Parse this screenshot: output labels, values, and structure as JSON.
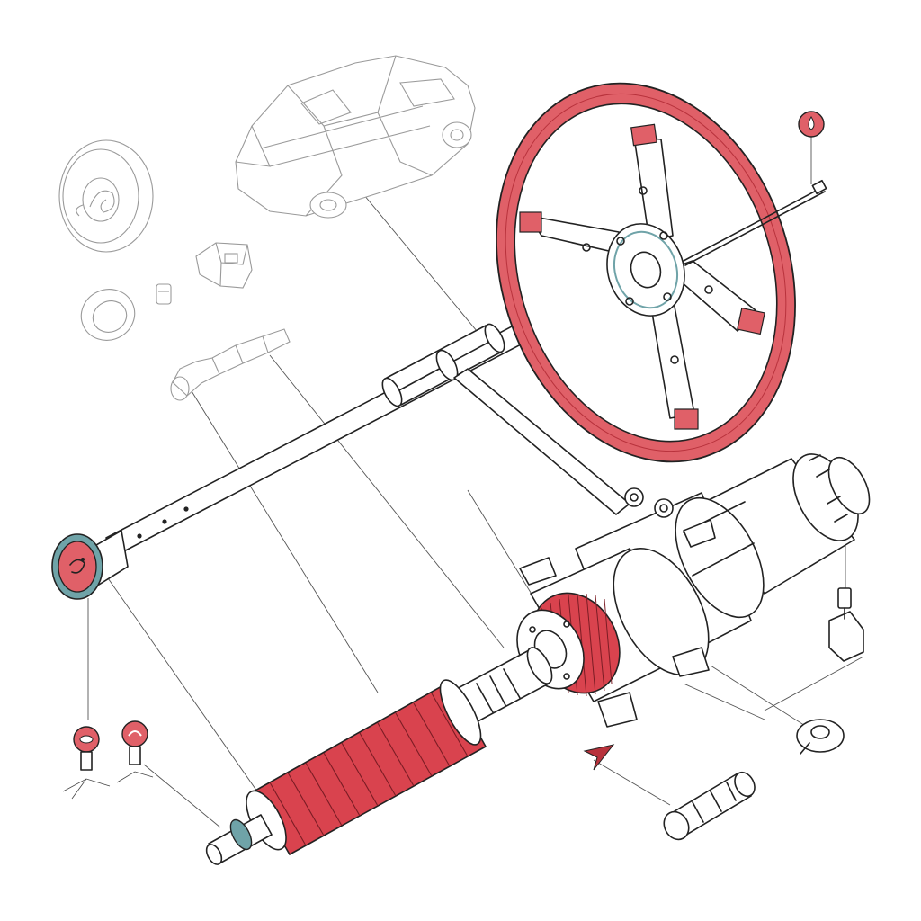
{
  "palette": {
    "accent_red": "#e06068",
    "accent_red_dark": "#b8323c",
    "band_red": "#d9434e",
    "teal": "#6fa3a8",
    "line": "#222222",
    "ghost": "#9a9a9a"
  },
  "parts": [
    {
      "id": "steering-wheel",
      "icon": "steering-wheel-icon"
    },
    {
      "id": "steering-column-shaft",
      "icon": "shaft-icon"
    },
    {
      "id": "steering-gear-housing",
      "icon": "gearbox-icon"
    },
    {
      "id": "ribbed-boot",
      "icon": "boot-icon"
    },
    {
      "id": "tie-rod",
      "icon": "tie-rod-icon"
    },
    {
      "id": "pulley",
      "icon": "pulley-icon"
    },
    {
      "id": "seal-ring",
      "icon": "ring-icon"
    },
    {
      "id": "vehicle-outline",
      "icon": "car-icon"
    },
    {
      "id": "connector-plug",
      "icon": "plug-icon"
    },
    {
      "id": "pin-sensor",
      "icon": "sensor-icon"
    },
    {
      "id": "direction-arrow",
      "icon": "arrow-icon"
    }
  ]
}
